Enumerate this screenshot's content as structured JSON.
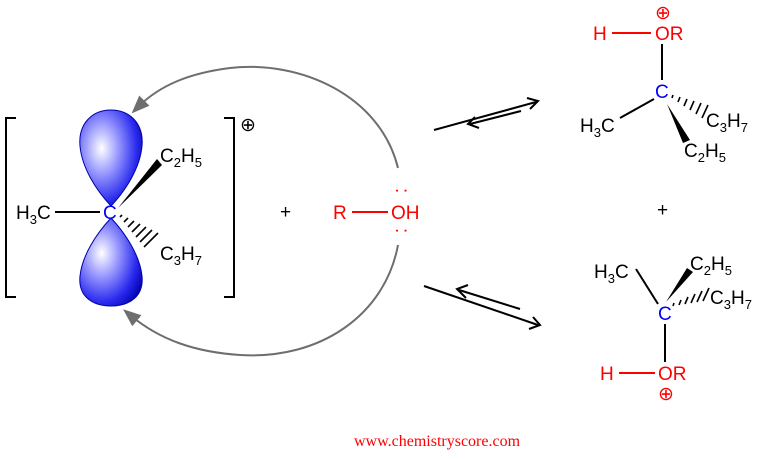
{
  "colors": {
    "orbital": "#0000ff",
    "carbon": "#0000ff",
    "nucleophile": "#ff0000",
    "bond": "#000000",
    "arrow": "#6e6e6e"
  },
  "icons": {
    "plus_charge": "circled-plus-icon",
    "orbital": "p-orbital-lobe-icon"
  },
  "carbocation": {
    "carbon": "C",
    "methyl": {
      "main": "H",
      "sub": "3",
      "tail": "C"
    },
    "ethyl": {
      "c": "C",
      "c_sub": "2",
      "h": "H",
      "h_sub": "5"
    },
    "propyl": {
      "c": "C",
      "c_sub": "3",
      "h": "H",
      "h_sub": "7"
    },
    "charge": "⊕"
  },
  "plus_sign": "+",
  "nucleophile": {
    "r": "R",
    "oh": "OH",
    "lone_pairs": ":"
  },
  "product_top": {
    "h": "H",
    "or": "OR",
    "charge": "⊕",
    "carbon": "C",
    "methyl": {
      "main": "H",
      "sub": "3",
      "tail": "C"
    },
    "propyl": {
      "c": "C",
      "c_sub": "3",
      "h": "H",
      "h_sub": "7"
    },
    "ethyl": {
      "c": "C",
      "c_sub": "2",
      "h": "H",
      "h_sub": "5"
    }
  },
  "product_bottom": {
    "methyl": {
      "main": "H",
      "sub": "3",
      "tail": "C"
    },
    "ethyl": {
      "c": "C",
      "c_sub": "2",
      "h": "H",
      "h_sub": "5"
    },
    "propyl": {
      "c": "C",
      "c_sub": "3",
      "h": "H",
      "h_sub": "7"
    },
    "carbon": "C",
    "h": "H",
    "or": "OR",
    "charge": "⊕"
  },
  "watermark": "www.chemistryscore.com"
}
